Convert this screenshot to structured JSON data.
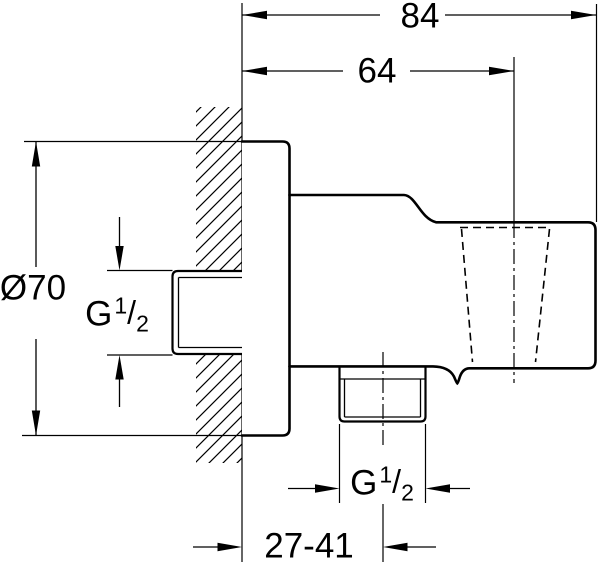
{
  "dimensions": {
    "total_depth": "84",
    "holder_center_depth": "64",
    "flange_diameter": "Ø70",
    "wall_range": "27-41",
    "thread_left": {
      "main": "G",
      "sup": "1",
      "slash": "/",
      "sub": "2"
    },
    "thread_bottom": {
      "main": "G",
      "sup": "1",
      "slash": "/",
      "sub": "2"
    }
  },
  "colors": {
    "line": "#000000",
    "background": "#ffffff"
  }
}
